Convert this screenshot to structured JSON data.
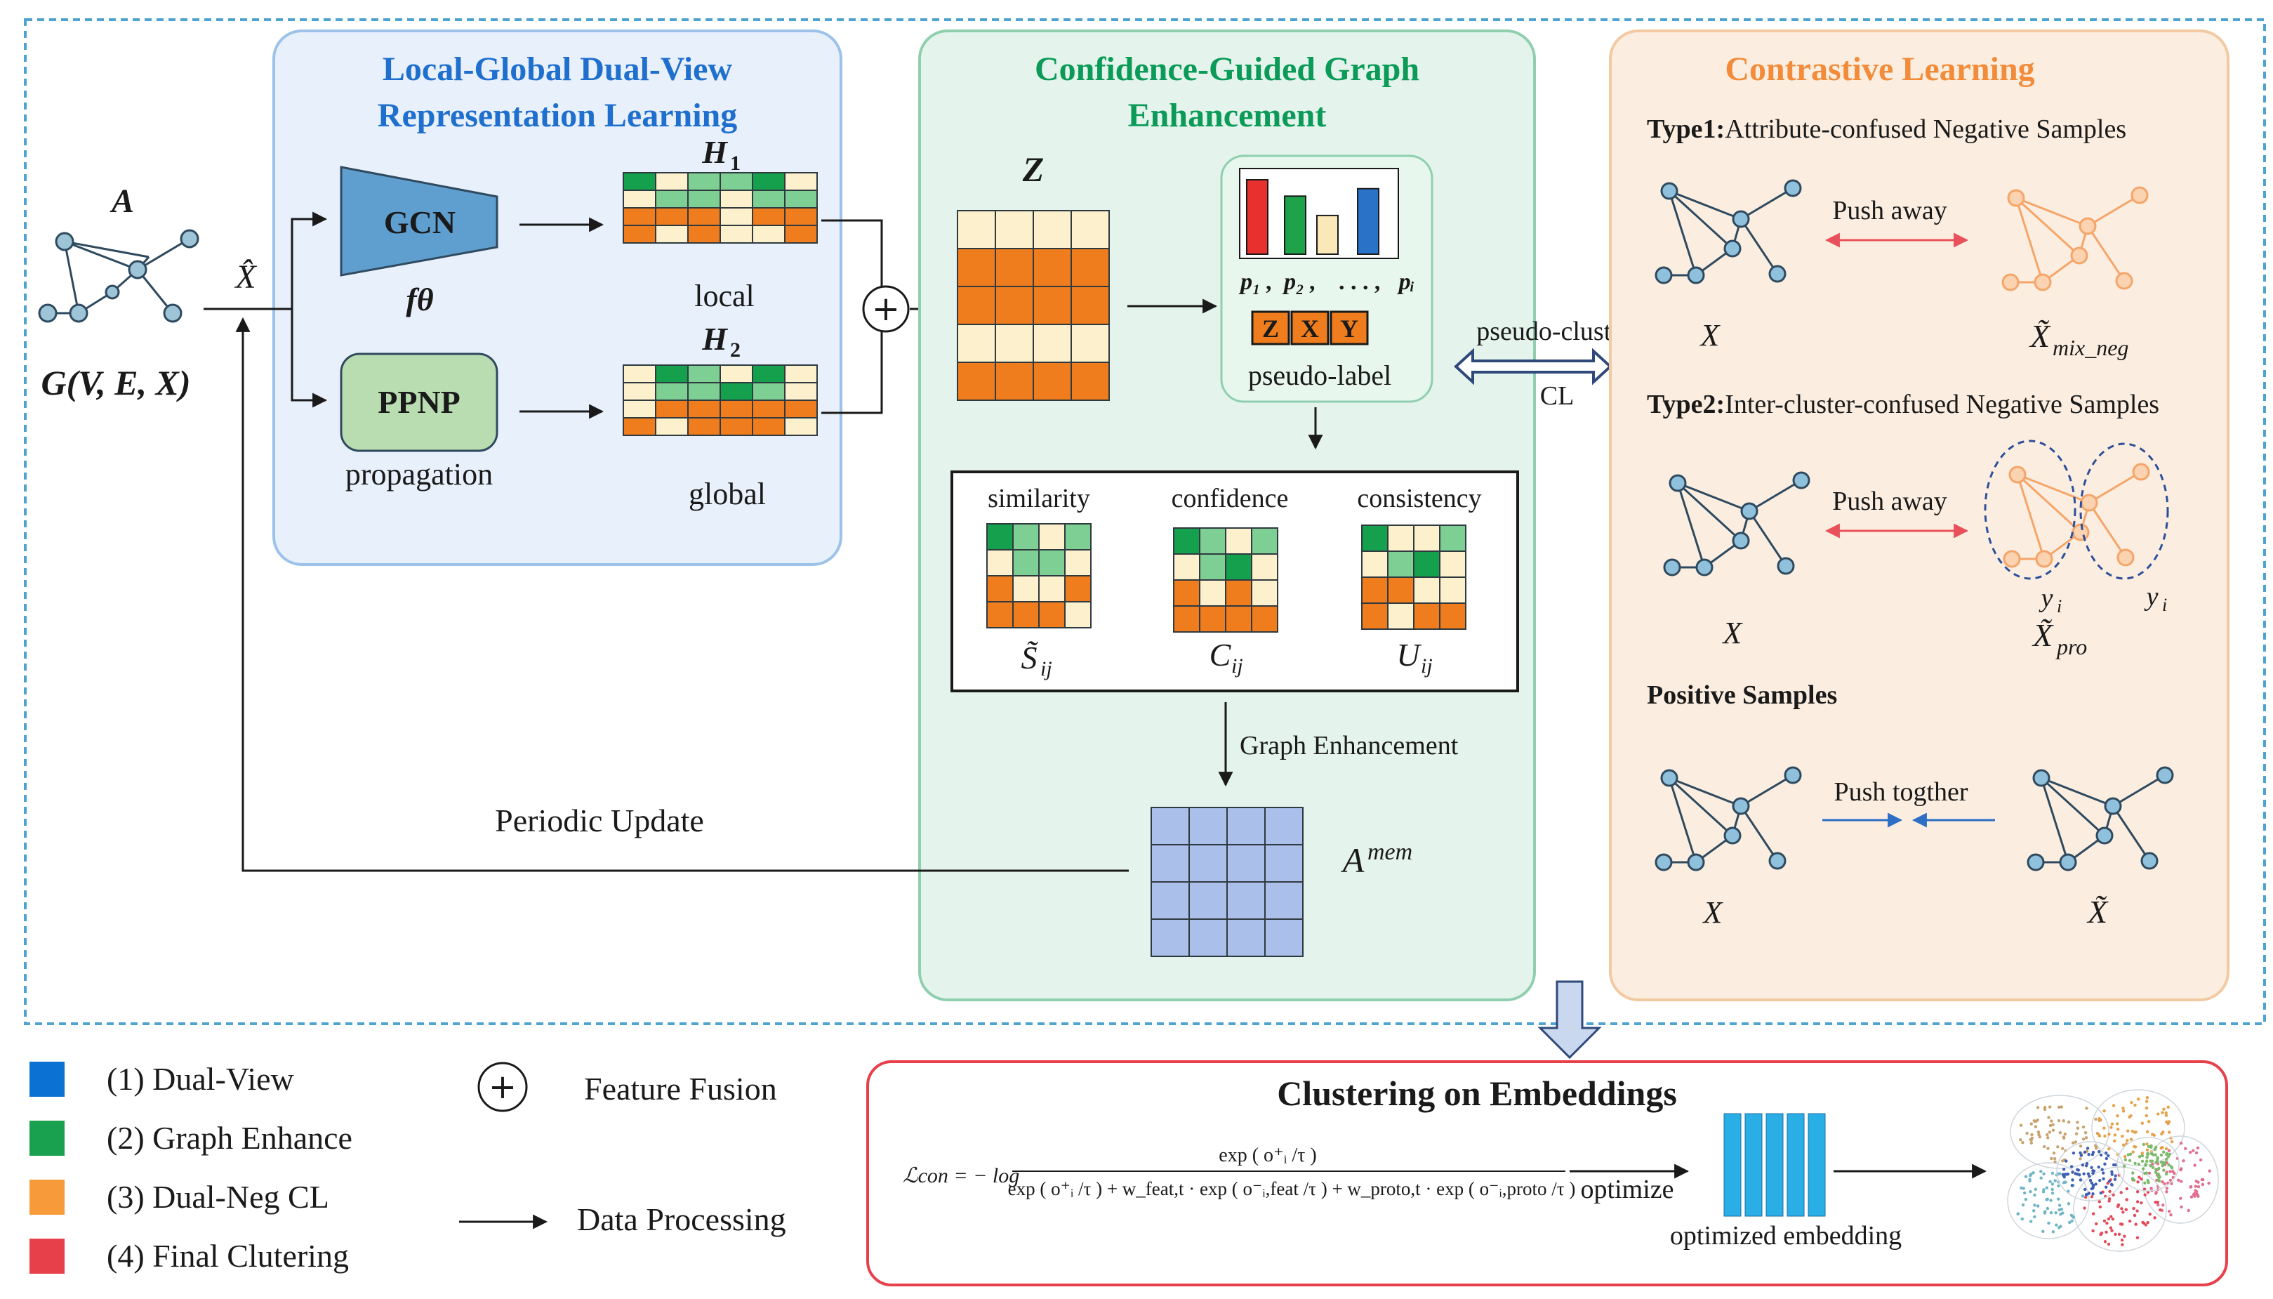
{
  "panels": {
    "local_global": {
      "title_line1": "Local-Global Dual-View",
      "title_line2": "Representation Learning"
    },
    "graph_enh": {
      "title_line1": "Confidence-Guided Graph",
      "title_line2": "Enhancement"
    },
    "contrastive": {
      "title": "Contrastive Learning"
    }
  },
  "input": {
    "adj": "A",
    "graph": "G(V, E, X)",
    "xhat": "X̂"
  },
  "encoder": {
    "gcn": "GCN",
    "f": "fθ",
    "ppnp": "PPNP",
    "propagation": "propagation"
  },
  "views": {
    "h1": "H",
    "h1_sub": "1",
    "h2": "H",
    "h2_sub": "2",
    "local": "local",
    "global": "global"
  },
  "fusion": {
    "z": "Z",
    "plus": "+"
  },
  "pseudo": {
    "labels": [
      "p₁ ,",
      "p₂ ,",
      ". . . ,",
      "pᵢ"
    ],
    "zxy": [
      "Z",
      "X",
      "Y"
    ],
    "pseudo_label": "pseudo-label",
    "bar_colors": [
      "#e8302e",
      "#1ea24a",
      "#fbe8b8",
      "#2a71c8"
    ],
    "bar_levels": [
      1.0,
      0.78,
      0.52,
      0.88
    ]
  },
  "matrices": {
    "similarity": "similarity",
    "confidence": "confidence",
    "consistency": "consistency",
    "s": "S̃",
    "s_sub": "ij",
    "c": "C",
    "c_sub": "ij",
    "u": "U",
    "u_sub": "ij"
  },
  "enhancement": {
    "graph_enhancement": "Graph Enhancement",
    "amem": "A",
    "amem_sup": "mem",
    "periodic": "Periodic Update"
  },
  "link": {
    "pseudo_cluster": "pseudo-cluster",
    "cl": "CL"
  },
  "contrast": {
    "type1_bold": "Type1:",
    "type1_rest": "Attribute-confused Negative Samples",
    "type2_bold": "Type2:",
    "type2_rest": "Inter-cluster-confused Negative Samples",
    "positive": "Positive Samples",
    "push_away": "Push away",
    "push_together": "Push togther",
    "x": "X",
    "x_mix": "X̃",
    "x_mix_sub": "mix_neg",
    "x_pro": "X̃",
    "x_pro_sub": "pro",
    "x_tilde": "X̃",
    "yi": "y",
    "yi_sub": "i",
    "yi2": "y",
    "yi2_sub": "i"
  },
  "legend": {
    "items": [
      {
        "label": "(1) Dual-View",
        "color": "#0b72d4"
      },
      {
        "label": "(2) Graph Enhance",
        "color": "#1aa14f"
      },
      {
        "label": "(3) Dual-Neg CL",
        "color": "#f79a3a"
      },
      {
        "label": "(4) Final Clutering",
        "color": "#e8404a"
      }
    ],
    "plus": "+",
    "feature_fusion": "Feature Fusion",
    "data_processing": "Data Processing"
  },
  "clustering": {
    "title": "Clustering on Embeddings",
    "loss_lhs": "ℒcon = − log",
    "numerator": "exp ( o⁺ᵢ /τ )",
    "denominator": "exp ( o⁺ᵢ /τ ) + w_feat,t · exp ( o⁻ᵢ,feat /τ ) + w_proto,t · exp ( o⁻ᵢ,proto /τ )",
    "optimize": "optimize",
    "optimized_embedding": "optimized embedding"
  },
  "colors": {
    "orange": "#ef7d1e",
    "cream": "#fdf0cc",
    "green_dark": "#14a04c",
    "green_light": "#7ecf93",
    "blue_title": "#1f6fce",
    "green_title": "#0b9a58",
    "orange_title": "#f28c3a",
    "graph_node": "#6fa8c7",
    "graph_edge": "#2f4a5f",
    "amem": "#aabfe9"
  }
}
